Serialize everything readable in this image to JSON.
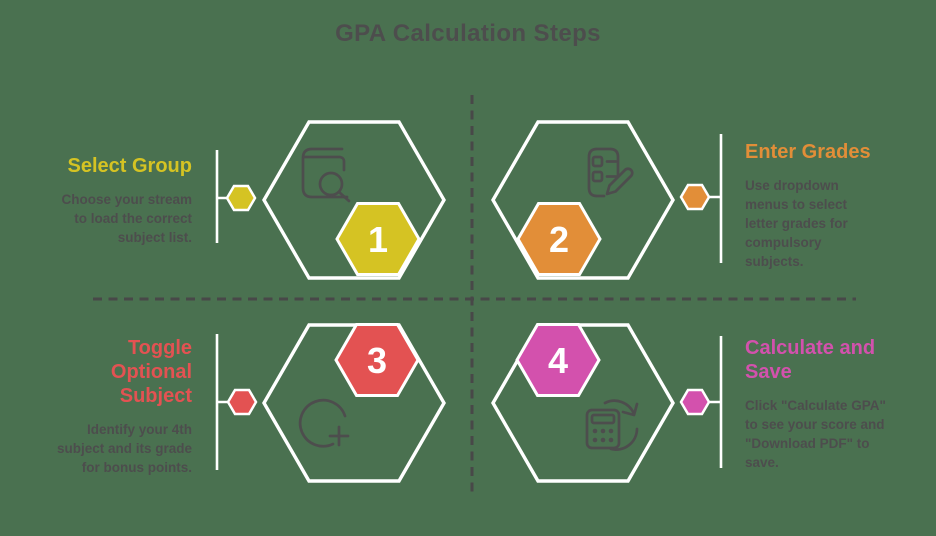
{
  "title": "GPA Calculation Steps",
  "colors": {
    "background": "#4a7150",
    "title_text": "#4d4d4d",
    "body_text": "#4d4d4d",
    "divider_dashed": "#484848",
    "connector_white": "#ffffff"
  },
  "icons": {
    "step1": "book-search",
    "step2": "form-pencil",
    "step3": "add-circle",
    "step4": "calculator-refresh"
  },
  "steps": [
    {
      "number": "1",
      "color": "#d5c323",
      "title_lines": [
        "Select Group"
      ],
      "desc_lines": [
        "Choose your stream",
        "to load the correct",
        "subject list."
      ]
    },
    {
      "number": "2",
      "color": "#e28e38",
      "title_lines": [
        "Enter Grades"
      ],
      "desc_lines": [
        "Use dropdown",
        "menus to select",
        "letter grades for",
        "compulsory",
        "subjects."
      ]
    },
    {
      "number": "3",
      "color": "#e35252",
      "title_lines": [
        "Toggle",
        "Optional",
        "Subject"
      ],
      "desc_lines": [
        "Identify your 4th",
        "subject and its grade",
        "for bonus points."
      ]
    },
    {
      "number": "4",
      "color": "#d351ad",
      "title_lines": [
        "Calculate and",
        "Save"
      ],
      "desc_lines": [
        "Click \"Calculate GPA\"",
        "to see your score and",
        "\"Download PDF\" to",
        "save."
      ]
    }
  ]
}
